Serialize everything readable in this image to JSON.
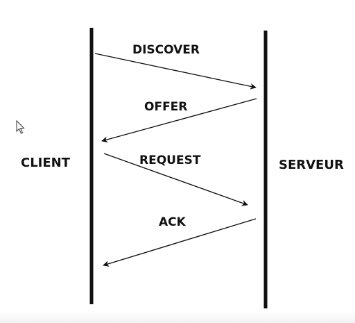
{
  "diagram": {
    "left_entity": "CLIENT",
    "right_entity": "SERVEUR",
    "messages": [
      {
        "label": "DISCOVER",
        "direction": "client-to-server"
      },
      {
        "label": "OFFER",
        "direction": "server-to-client"
      },
      {
        "label": "REQUEST",
        "direction": "client-to-server"
      },
      {
        "label": "ACK",
        "direction": "server-to-client"
      }
    ]
  },
  "icons": {
    "cursor": "mouse-pointer-icon"
  },
  "colors": {
    "ink": "#111111",
    "background": "#ffffff"
  }
}
